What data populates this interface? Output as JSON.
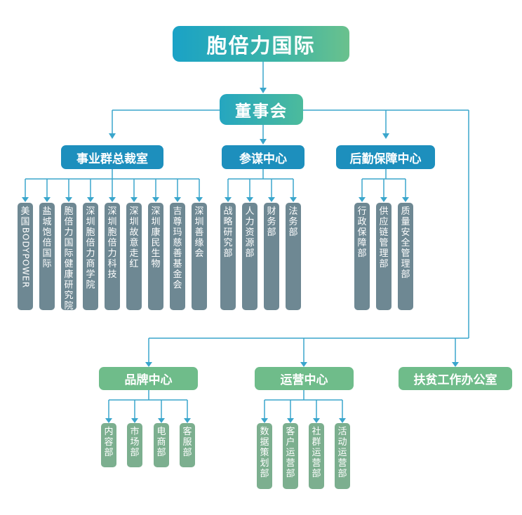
{
  "root": {
    "label": "胞倍力国际"
  },
  "board": {
    "label": "董事会"
  },
  "branches": [
    {
      "label": "事业群总裁室",
      "units": [
        "美国BODYPOWER",
        "盐城饱倍国际",
        "胞倍力国际健康研究院",
        "深圳胞倍力商学院",
        "深圳胞倍力科技",
        "深圳故意走红",
        "深圳康民生物",
        "吉尊玛慈善基金会",
        "深圳善缘会"
      ]
    },
    {
      "label": "参谋中心",
      "units": [
        "战略研究部",
        "人力资源部",
        "财务部",
        "法务部"
      ]
    },
    {
      "label": "后勤保障中心",
      "units": [
        "行政保障部",
        "供应链管理部",
        "质量安全管理部"
      ]
    },
    {
      "label": "品牌中心",
      "units": [
        "内容部",
        "市场部",
        "电商部",
        "客服部"
      ]
    },
    {
      "label": "运营中心",
      "units": [
        "数据策划部",
        "客户运营部",
        "社群运营部",
        "活动运营部"
      ]
    },
    {
      "label": "扶贫工作办公室",
      "units": []
    }
  ],
  "colors": {
    "line": "#3aa6cc",
    "blue_box": "#1d8fbd",
    "gray_box": "#6e8893",
    "green_box": "#6fbc8a",
    "green_unit": "#7caf8f"
  }
}
